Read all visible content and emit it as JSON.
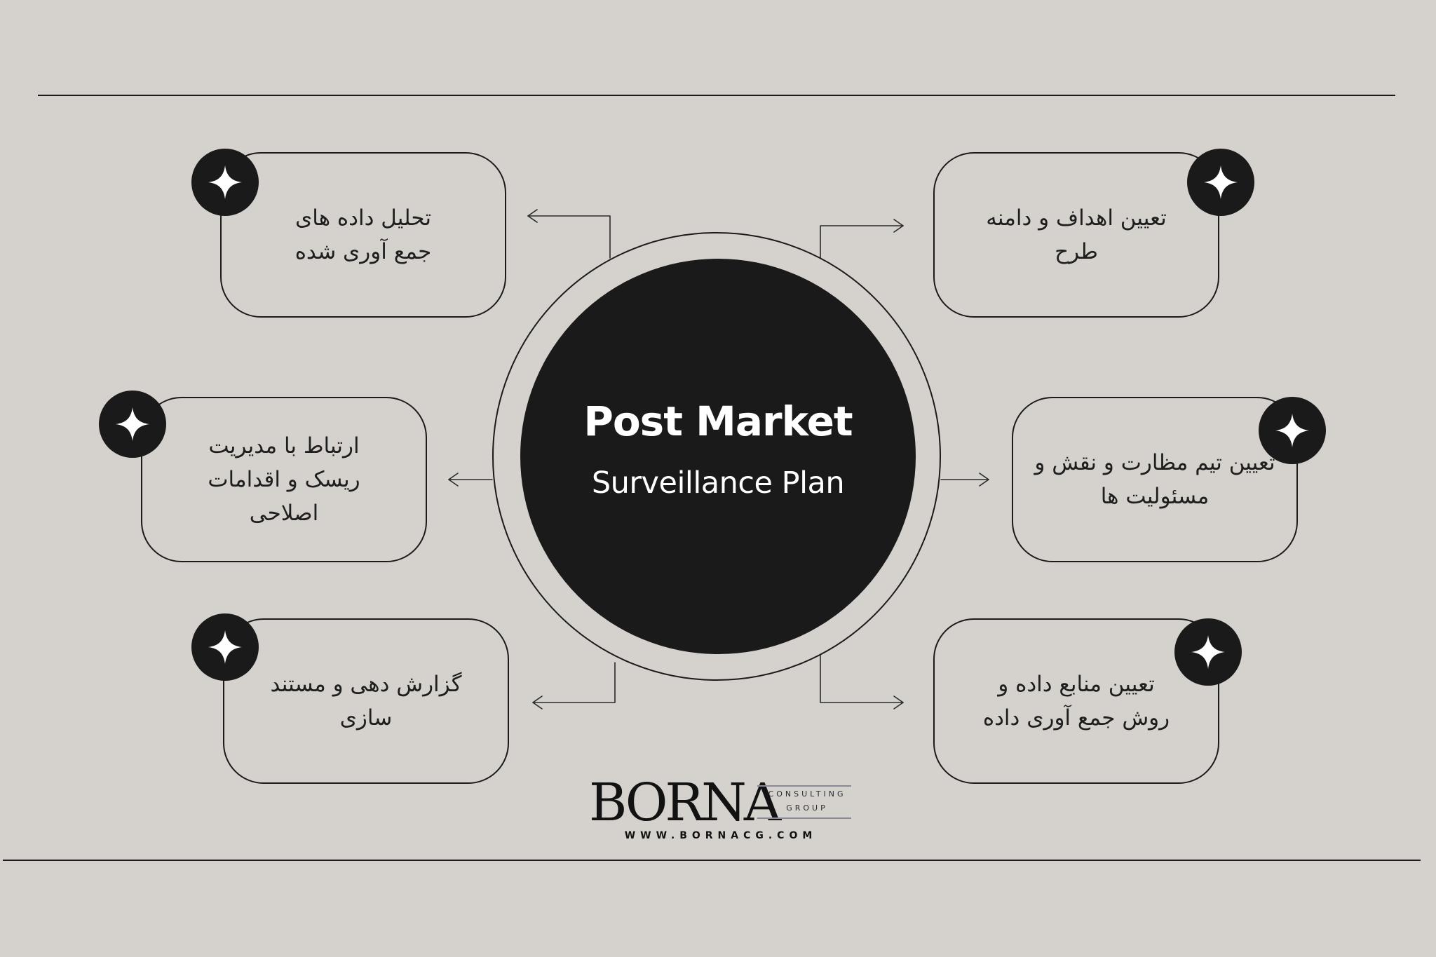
{
  "center": {
    "title": "Post Market",
    "subtitle": "Surveillance Plan"
  },
  "cards": [
    {
      "id": "analyze",
      "text": "تحلیل داده های جمع آوری شده",
      "side": "left"
    },
    {
      "id": "risk",
      "text": "ارتباط با مدیریت ریسک و اقدامات اصلاحی",
      "side": "left"
    },
    {
      "id": "report",
      "text": "گزارش دهی و مستند سازی",
      "side": "left"
    },
    {
      "id": "goals",
      "text": "تعیین اهداف و دامنه طرح",
      "side": "right"
    },
    {
      "id": "team",
      "text": "تعیین تیم مظارت و نقش و مسئولیت ها",
      "side": "right"
    },
    {
      "id": "sources",
      "text": "تعیین منابع داده و روش جمع آوری داده",
      "side": "right"
    }
  ],
  "badge_icon": "sparkle-star-icon",
  "logo": {
    "word": "BORNA",
    "consulting": "CONSULTING",
    "group": "GROUP",
    "url": "WWW.BORNACG.COM"
  },
  "colors": {
    "background": "#d5d2ce",
    "ink": "#1b1a1a",
    "on_dark": "#ffffff"
  }
}
